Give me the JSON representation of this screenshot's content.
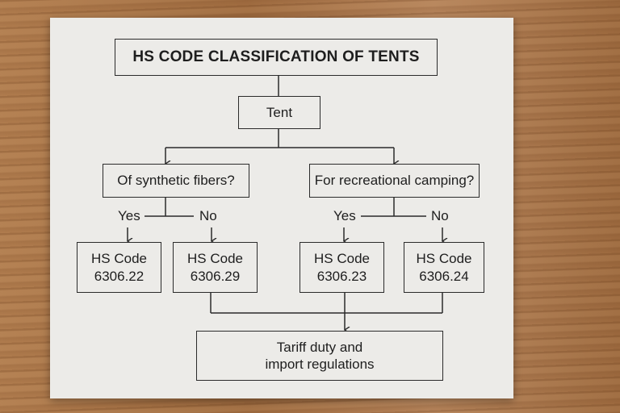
{
  "diagram": {
    "title": "HS CODE CLASSIFICATION OF TENTS",
    "root": "Tent",
    "left_question": "Of synthetic fibers?",
    "right_question": "For recreational camping?",
    "yes_label": "Yes",
    "no_label": "No",
    "leaves": [
      {
        "label": "HS Code\n6306.22"
      },
      {
        "label": "HS Code\n6306.29"
      },
      {
        "label": "HS Code\n6306.23"
      },
      {
        "label": "HS Code\n6306.24"
      }
    ],
    "outcome": "Tariff duty and\nimport regulations"
  },
  "colors": {
    "paper": "#ecebe8",
    "line": "#2b2b2b",
    "wood": "#a8764a"
  }
}
